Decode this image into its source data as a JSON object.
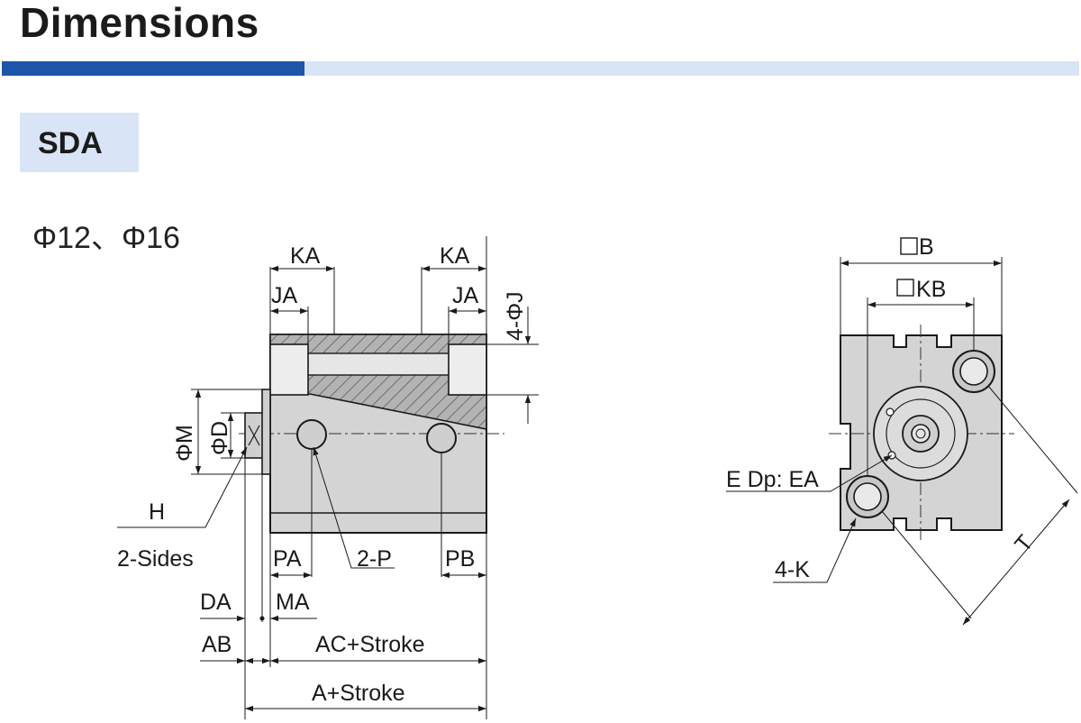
{
  "header": {
    "title": "Dimensions"
  },
  "model": {
    "name": "SDA"
  },
  "bore": {
    "label": "Φ12、Φ16"
  },
  "colors": {
    "accent": "#1d56a8",
    "accent_light": "#d9e5f6",
    "body_fill": "#d4d4d4",
    "hatch": "#8c8c8c"
  },
  "side_view": {
    "labels": {
      "ka_left": "KA",
      "ka_right": "KA",
      "ja_left": "JA",
      "ja_right": "JA",
      "j_holes": "4-ΦJ",
      "m": "ΦM",
      "d": "ΦD",
      "h": "H",
      "two_sides": "2-Sides",
      "pa": "PA",
      "two_p": "2-P",
      "pb": "PB",
      "da": "DA",
      "ma": "MA",
      "ab": "AB",
      "ac_stroke": "AC+Stroke",
      "a_stroke": "A+Stroke"
    }
  },
  "front_view": {
    "labels": {
      "b": "B",
      "kb": "KB",
      "e_dp": "E Dp: EA",
      "four_k": "4-K",
      "t": "T"
    }
  }
}
